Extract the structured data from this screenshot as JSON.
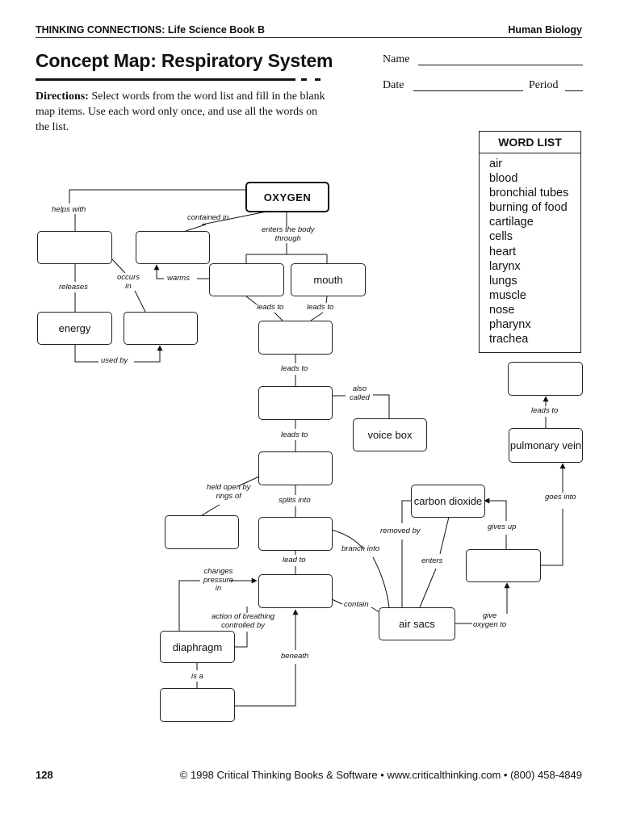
{
  "header": {
    "left": "THINKING CONNECTIONS: Life Science Book B",
    "right": "Human Biology"
  },
  "title": "Concept Map: Respiratory System",
  "fields": {
    "name": "Name",
    "date": "Date",
    "period": "Period"
  },
  "directions": {
    "bold": "Directions:",
    "text": " Select words from the word list and fill in the blank map items. Use each word only once, and use all the words on the list."
  },
  "word_list": {
    "title": "WORD LIST",
    "items": [
      "air",
      "blood",
      "bronchial tubes",
      "burning of food",
      "cartilage",
      "cells",
      "heart",
      "larynx",
      "lungs",
      "muscle",
      "nose",
      "pharynx",
      "trachea"
    ]
  },
  "nodes": {
    "oxygen": "OXYGEN",
    "mouth": "mouth",
    "energy": "energy",
    "voice_box": "voice box",
    "carbon_dioxide": "carbon dioxide",
    "pulmonary_vein": "pulmonary vein",
    "air_sacs": "air sacs",
    "diaphragm": "diaphragm"
  },
  "labels": {
    "helps_with": "helps with",
    "contained_in": "contained in",
    "enters_body": "enters the body\nthrough",
    "occurs_in": "occurs\nin",
    "releases": "releases",
    "warms": "warms",
    "leads_to_1": "leads to",
    "leads_to_2": "leads to",
    "used_by": "used by",
    "leads_to_3": "leads to",
    "also_called": "also\ncalled",
    "leads_to_4": "leads to",
    "held_open": "held open by\nrings of",
    "splits_into": "splits into",
    "removed_by": "removed by",
    "gives_up": "gives up",
    "goes_into": "goes into",
    "leads_to_5": "leads to",
    "branch_into": "branch into",
    "lead_to": "lead to",
    "enters": "enters",
    "changes_pressure": "changes\npressure\nin",
    "contain": "contain",
    "action_breathing": "action of breathing\ncontrolled by",
    "give_oxygen": "give\noxygen to",
    "beneath": "beneath",
    "is_a": "is a"
  },
  "footer": {
    "page": "128",
    "copyright": "© 1998 Critical Thinking Books & Software • www.criticalthinking.com • (800) 458-4849"
  }
}
